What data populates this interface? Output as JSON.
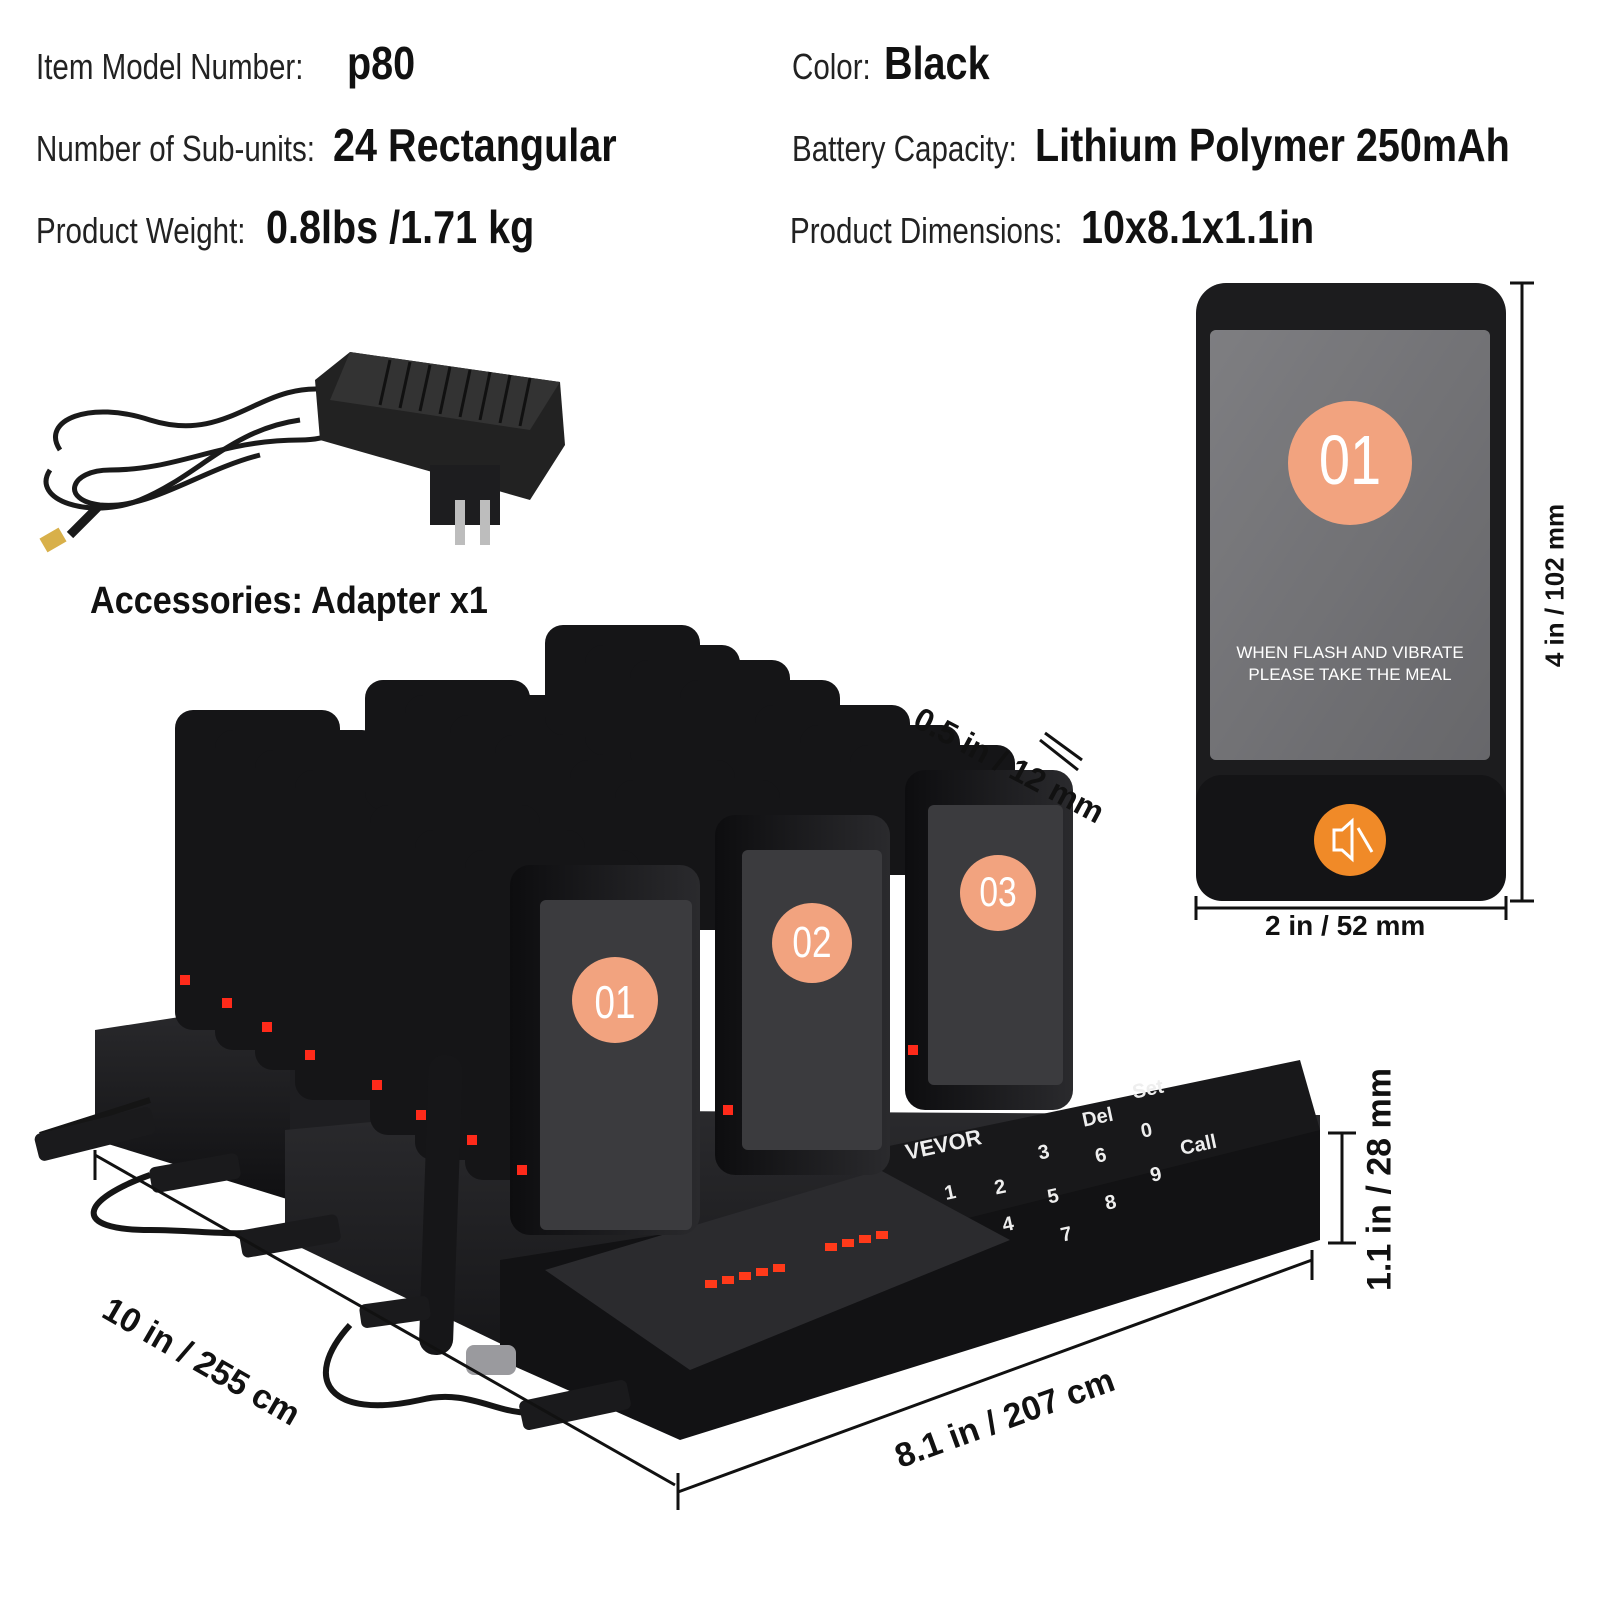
{
  "specs": {
    "model_label": "Item Model Number:",
    "model_value": "p80",
    "color_label": "Color:",
    "color_value": "Black",
    "subunits_label": "Number of Sub-units:",
    "subunits_value": "24 Rectangular",
    "battery_label": "Battery Capacity:",
    "battery_value": "Lithium Polymer 250mAh",
    "weight_label": "Product Weight:",
    "weight_value": "0.8lbs /1.71 kg",
    "dimensions_label": "Product Dimensions:",
    "dimensions_value": "10x8.1x1.1in"
  },
  "accessories": "Accessories: Adapter x1",
  "pager": {
    "number": "01",
    "message_line1": "WHEN FLASH AND VIBRATE",
    "message_line2": "PLEASE TAKE THE MEAL",
    "height_dim": "4 in / 102 mm",
    "width_dim": "2 in / 52 mm"
  },
  "base": {
    "brand": "VEVOR",
    "pager_numbers": [
      "01",
      "02",
      "03"
    ],
    "keys": [
      "1",
      "2",
      "3",
      "4",
      "5",
      "6",
      "7",
      "8",
      "9",
      "0",
      "Del",
      "Set",
      "Call"
    ]
  },
  "dimensions": {
    "thickness": "0.5 in / 12 mm",
    "length": "10 in / 255 cm",
    "width": "8.1 in / 207 cm",
    "height": "1.1 in / 28 mm"
  },
  "colors": {
    "device_black": "#1b1b1d",
    "accent_orange": "#f2a37f",
    "led_red": "#ff2a1a",
    "text": "#111111"
  }
}
